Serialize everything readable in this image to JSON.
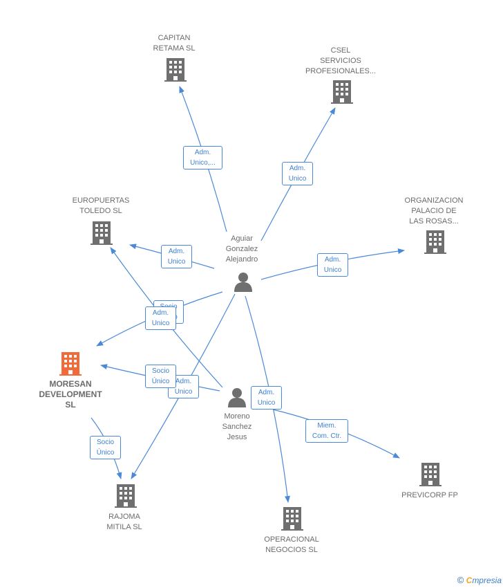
{
  "colors": {
    "edge": "#4a89d8",
    "building": "#6f6f6f",
    "focus_building": "#f26a3a",
    "person": "#6f6f6f"
  },
  "nodes": {
    "capitan": {
      "label": "CAPITAN\nRETAMA SL",
      "icon": "building-icon"
    },
    "csel": {
      "label": "CSEL\nSERVICIOS\nPROFESIONALES...",
      "icon": "building-icon"
    },
    "europuertas": {
      "label": "EUROPUERTAS\nTOLEDO SL",
      "icon": "building-icon"
    },
    "organizacion": {
      "label": "ORGANIZACION\nPALACIO DE\nLAS ROSAS...",
      "icon": "building-icon"
    },
    "aguiar": {
      "label": "Aguiar\nGonzalez\nAlejandro",
      "icon": "person-icon"
    },
    "moresan": {
      "label": "MORESAN\nDEVELOPMENT\nSL",
      "icon": "building-icon"
    },
    "moreno": {
      "label": "Moreno\nSanchez\nJesus",
      "icon": "person-icon"
    },
    "rajoma": {
      "label": "RAJOMA\nMITILA SL",
      "icon": "building-icon"
    },
    "operacional": {
      "label": "OPERACIONAL\nNEGOCIOS SL",
      "icon": "building-icon"
    },
    "previcorp": {
      "label": "PREVICORP FP",
      "icon": "building-icon"
    }
  },
  "edge_labels": {
    "capitan": "Adm.\nUnico,...",
    "csel": "Adm.\nUnico",
    "europuertas": "Adm.\nUnico",
    "organizacion": "Adm.\nUnico",
    "moreno_europuertas": "Socio\nÚnico",
    "aguiar_moresan": "Adm.\nUnico",
    "moreno_moresan": "Socio\nÚnico",
    "aguiar_rajoma": "Adm.\nUnico",
    "moresan_rajoma": "Socio\nÚnico",
    "operacional": "Adm.\nUnico",
    "previcorp": "Miem.\nCom. Ctr."
  },
  "footer": {
    "copyright": "©",
    "brand_initial": "C",
    "brand_rest": "mpresia"
  }
}
